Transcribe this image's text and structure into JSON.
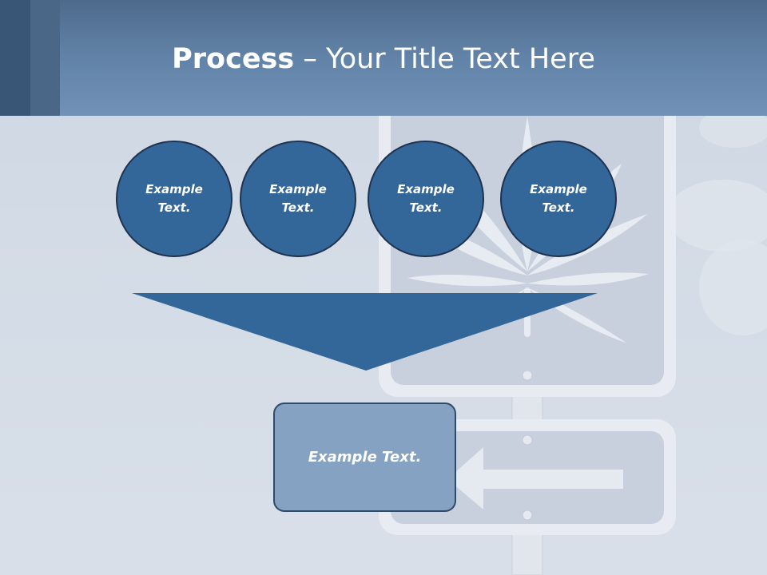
{
  "slide": {
    "title_bold": "Process",
    "title_rest": " – Your Title Text Here"
  },
  "circles": [
    {
      "label": "Example Text."
    },
    {
      "label": "Example Text."
    },
    {
      "label": "Example Text."
    },
    {
      "label": "Example Text."
    }
  ],
  "result_box": {
    "label": "Example Text."
  },
  "colors": {
    "header": "#6283a8",
    "circle_fill": "#336699",
    "funnel_fill": "#336699",
    "box_fill": "#85a2c2"
  },
  "icons": {
    "background": "road-sign-cannabis-leaf-image",
    "arrow": "left-arrow-icon"
  }
}
